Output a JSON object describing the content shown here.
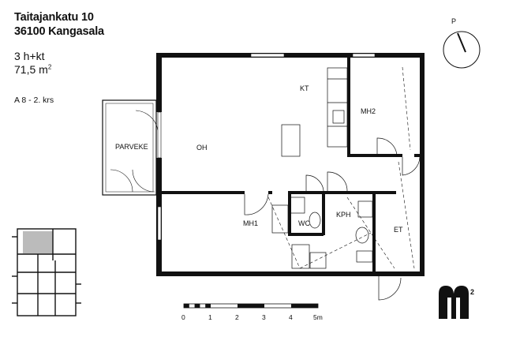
{
  "header": {
    "street": "Taitajankatu 10",
    "city": "36100 Kangasala",
    "rooms": "3 h+kt",
    "area_value": "71,5 m",
    "area_sup": "2",
    "unit": "A 8 - 2. krs"
  },
  "compass": {
    "label": "P"
  },
  "rooms": {
    "kt": "KT",
    "mh2": "MH2",
    "parveke": "PARVEKE",
    "oh": "OH",
    "mh1": "MH1",
    "wc": "WC",
    "kph": "KPH",
    "et": "ET"
  },
  "scale": {
    "ticks": [
      "0",
      "1",
      "2",
      "3",
      "4",
      "5m"
    ]
  },
  "logo": {
    "text": "M",
    "sup": "2"
  }
}
